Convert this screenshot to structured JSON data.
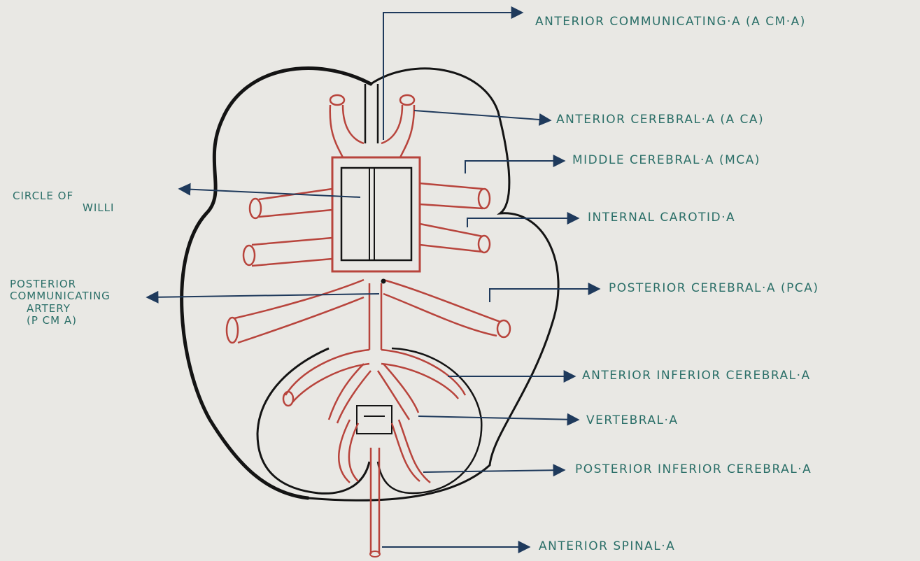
{
  "labels": {
    "anterior_communicating": "ANTERIOR COMMUNICATING·A (A CM·A)",
    "anterior_cerebral": "ANTERIOR CEREBRAL·A (A CA)",
    "middle_cerebral": "MIDDLE CEREBRAL·A (MCA)",
    "internal_carotid": "INTERNAL CAROTID·A",
    "posterior_cerebral": "POSTERIOR CEREBRAL·A (PCA)",
    "anterior_inferior_cerebral": "ANTERIOR INFERIOR CEREBRAL·A",
    "vertebral": "VERTEBRAL·A",
    "posterior_inferior_cerebral": "POSTERIOR INFERIOR CEREBRAL·A",
    "anterior_spinal": "ANTERIOR SPINAL·A",
    "circle_of_willis": {
      "line1": "CIRCLE OF",
      "line2": "WILLI"
    },
    "posterior_communicating": {
      "line1": "POSTERIOR",
      "line2": "COMMUNICATING",
      "line3": "ARTERY",
      "line4": "(P CM A)"
    }
  },
  "colors": {
    "paper": "#e9e8e4",
    "outline": "#141414",
    "artery": "#b8443c",
    "leader": "#1f3a5c",
    "text": "#2b6f68"
  }
}
